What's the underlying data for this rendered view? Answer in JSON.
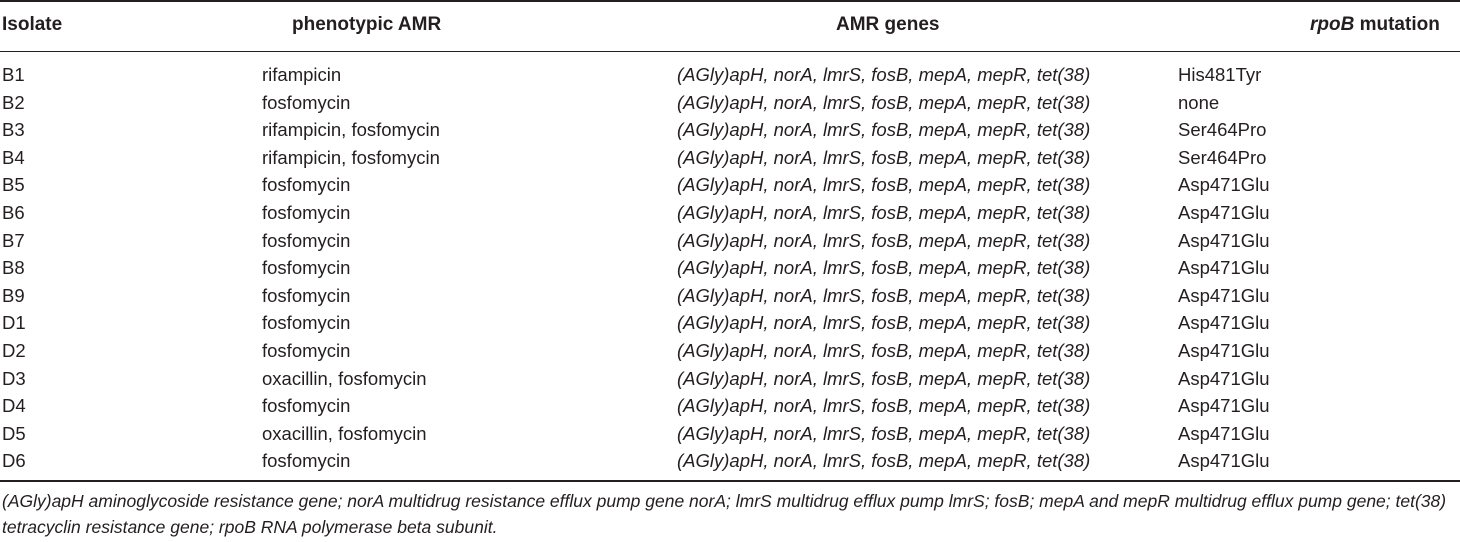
{
  "headers": {
    "isolate": "Isolate",
    "phenotypic": "phenotypic AMR",
    "genes": "AMR genes",
    "mutation_gene": "rpoB",
    "mutation_suffix": " mutation"
  },
  "rows": [
    {
      "isolate": "B1",
      "phenotypic": "rifampicin",
      "genes": "(AGly)apH, norA, lmrS, fosB, mepA, mepR, tet(38)",
      "mutation": "His481Tyr"
    },
    {
      "isolate": "B2",
      "phenotypic": "fosfomycin",
      "genes": "(AGly)apH, norA, lmrS, fosB, mepA, mepR, tet(38)",
      "mutation": "none"
    },
    {
      "isolate": "B3",
      "phenotypic": "rifampicin, fosfomycin",
      "genes": "(AGly)apH, norA, lmrS, fosB, mepA, mepR, tet(38)",
      "mutation": "Ser464Pro"
    },
    {
      "isolate": "B4",
      "phenotypic": "rifampicin, fosfomycin",
      "genes": "(AGly)apH, norA, lmrS, fosB, mepA, mepR, tet(38)",
      "mutation": "Ser464Pro"
    },
    {
      "isolate": "B5",
      "phenotypic": "fosfomycin",
      "genes": "(AGly)apH, norA, lmrS, fosB, mepA, mepR, tet(38)",
      "mutation": "Asp471Glu"
    },
    {
      "isolate": "B6",
      "phenotypic": "fosfomycin",
      "genes": "(AGly)apH, norA, lmrS, fosB, mepA, mepR, tet(38)",
      "mutation": "Asp471Glu"
    },
    {
      "isolate": "B7",
      "phenotypic": "fosfomycin",
      "genes": "(AGly)apH, norA, lmrS, fosB, mepA, mepR, tet(38)",
      "mutation": "Asp471Glu"
    },
    {
      "isolate": "B8",
      "phenotypic": "fosfomycin",
      "genes": "(AGly)apH, norA, lmrS, fosB, mepA, mepR, tet(38)",
      "mutation": "Asp471Glu"
    },
    {
      "isolate": "B9",
      "phenotypic": "fosfomycin",
      "genes": "(AGly)apH, norA, lmrS, fosB, mepA, mepR, tet(38)",
      "mutation": "Asp471Glu"
    },
    {
      "isolate": "D1",
      "phenotypic": "fosfomycin",
      "genes": "(AGly)apH, norA, lmrS, fosB, mepA, mepR, tet(38)",
      "mutation": "Asp471Glu"
    },
    {
      "isolate": "D2",
      "phenotypic": "fosfomycin",
      "genes": "(AGly)apH, norA, lmrS, fosB, mepA, mepR, tet(38)",
      "mutation": "Asp471Glu"
    },
    {
      "isolate": "D3",
      "phenotypic": "oxacillin, fosfomycin",
      "genes": "(AGly)apH, norA, lmrS, fosB, mepA, mepR, tet(38)",
      "mutation": "Asp471Glu"
    },
    {
      "isolate": "D4",
      "phenotypic": "fosfomycin",
      "genes": "(AGly)apH, norA, lmrS, fosB, mepA, mepR, tet(38)",
      "mutation": "Asp471Glu"
    },
    {
      "isolate": "D5",
      "phenotypic": "oxacillin, fosfomycin",
      "genes": "(AGly)apH, norA, lmrS, fosB, mepA, mepR, tet(38)",
      "mutation": "Asp471Glu"
    },
    {
      "isolate": "D6",
      "phenotypic": "fosfomycin",
      "genes": "(AGly)apH, norA, lmrS, fosB, mepA, mepR, tet(38)",
      "mutation": "Asp471Glu"
    }
  ],
  "footnote": "(AGly)apH aminoglycoside resistance gene; norA multidrug resistance efflux pump gene norA; lmrS multidrug efflux pump lmrS; fosB; mepA and mepR multidrug efflux pump gene; tet(38) tetracyclin resistance gene; rpoB RNA polymerase beta subunit."
}
